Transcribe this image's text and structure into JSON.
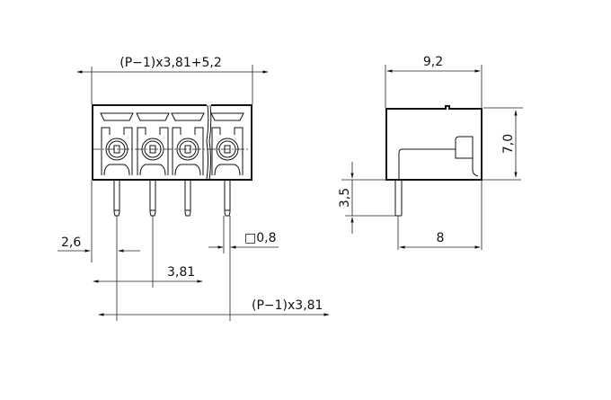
{
  "front_view": {
    "overall_width_label": "(P−1)x3,81+5,2",
    "edge_offset_label": "2,6",
    "pitch_label": "3,81",
    "pin_size_label": "□0,8",
    "total_pitch_label": "(P−1)x3,81",
    "pole_count_shown": 4
  },
  "side_view": {
    "depth_label": "9,2",
    "height_label": "7,0",
    "pin_length_label": "3,5",
    "pin_offset_label": "8"
  }
}
